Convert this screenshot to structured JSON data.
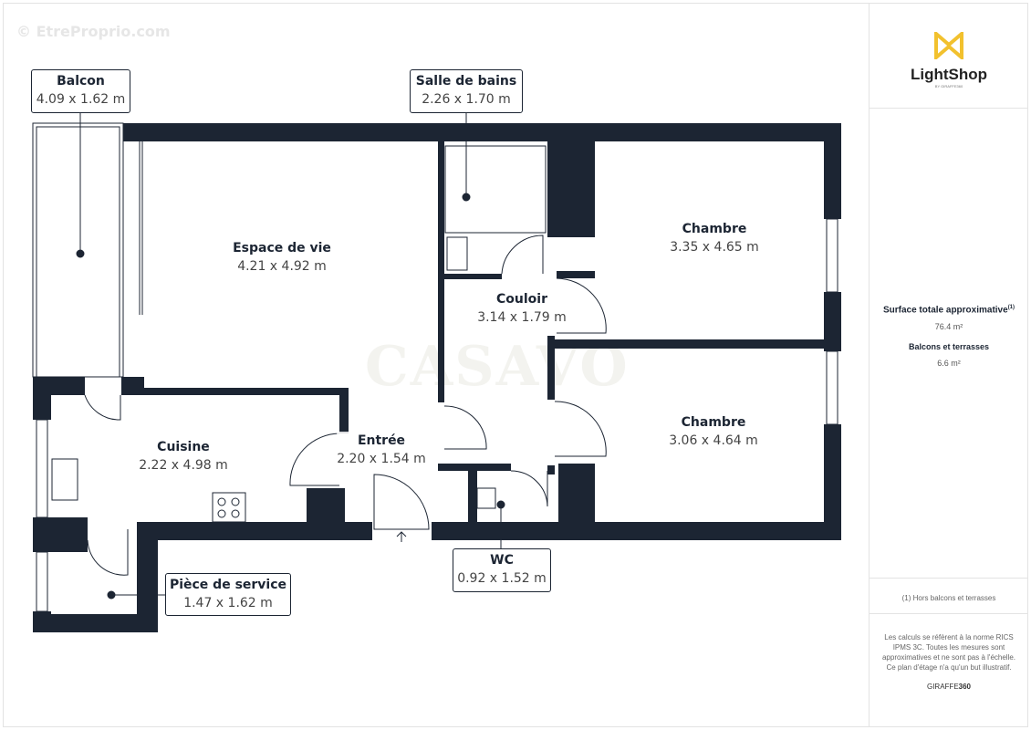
{
  "watermark": "© EtreProprio.com",
  "agency_watermark": "CASAVO",
  "rooms": [
    {
      "name": "Balcon",
      "dims": "4.09 x 1.62 m"
    },
    {
      "name": "Salle de bains",
      "dims": "2.26 x 1.70 m"
    },
    {
      "name": "Espace de vie",
      "dims": "4.21 x 4.92 m"
    },
    {
      "name": "Chambre",
      "dims": "3.35 x 4.65 m"
    },
    {
      "name": "Couloir",
      "dims": "3.14 x 1.79 m"
    },
    {
      "name": "Chambre",
      "dims": "3.06 x 4.64 m"
    },
    {
      "name": "Cuisine",
      "dims": "2.22 x 4.98 m"
    },
    {
      "name": "Entrée",
      "dims": "2.20 x 1.54 m"
    },
    {
      "name": "WC",
      "dims": "0.92 x 1.52 m"
    },
    {
      "name": "Pièce de service",
      "dims": "1.47 x 1.62 m"
    }
  ],
  "panel": {
    "logo_text": "LightShop",
    "logo_sub": "BY GIRAFFE360",
    "logo_color": "#f2c12e",
    "surface_label": "Surface totale approximative",
    "surface_note_mark": "(1)",
    "surface_value": "76.4 m²",
    "balcony_label": "Balcons et terrasses",
    "balcony_value": "6.6 m²",
    "footnote": "(1) Hors balcons et terrasses",
    "disclaimer": "Les calculs se réfèrent à la norme RICS IPMS 3C. Toutes les mesures sont approximatives et ne sont pas à l'échelle. Ce plan d'étage n'a qu'un but illustratif.",
    "brand_light": "GIRAFFE",
    "brand_bold": "360"
  },
  "colors": {
    "wall": "#1c2533"
  }
}
